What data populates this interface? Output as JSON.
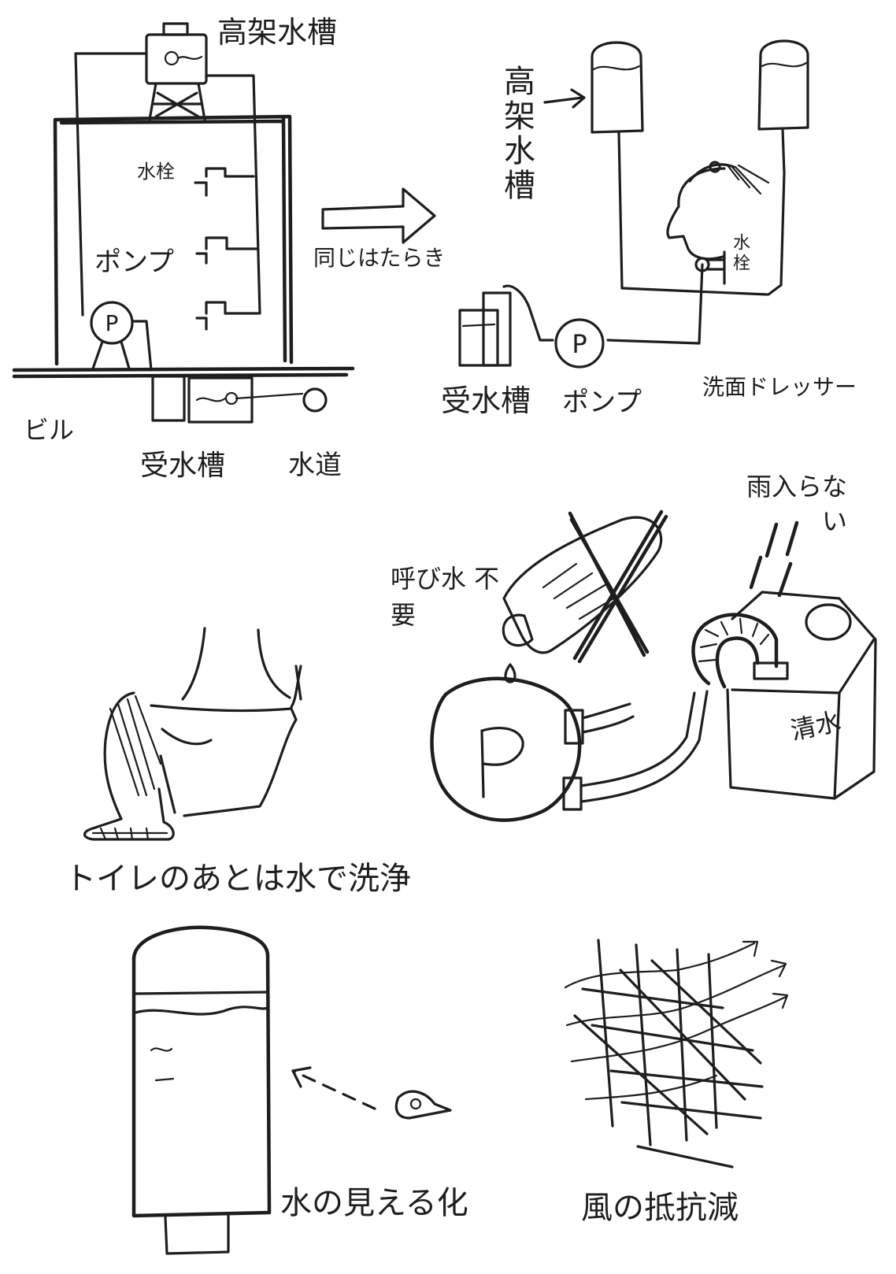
{
  "labels": {
    "elevated_tank_top": "高架水槽",
    "faucet": "水栓",
    "pump_left": "ポンプ",
    "building": "ビル",
    "receiving_tank_left": "受水槽",
    "water_main": "水道",
    "same_mechanism": "同じはたらき",
    "elevated_tank_vertical": "高架水槽",
    "faucet_right": "水栓",
    "receiving_tank_right": "受水槽",
    "pump_right": "ポンプ",
    "dresser": "洗面ドレッサー",
    "no_priming": "呼び水 不要",
    "rain_proof": "雨入らない",
    "clean_water": "清水",
    "toilet_caption": "トイレのあとは水で洗浄",
    "visible_water": "水の見える化",
    "wind_resistance": "風の抵抗減"
  },
  "symbols": {
    "pump_letter": "P"
  }
}
